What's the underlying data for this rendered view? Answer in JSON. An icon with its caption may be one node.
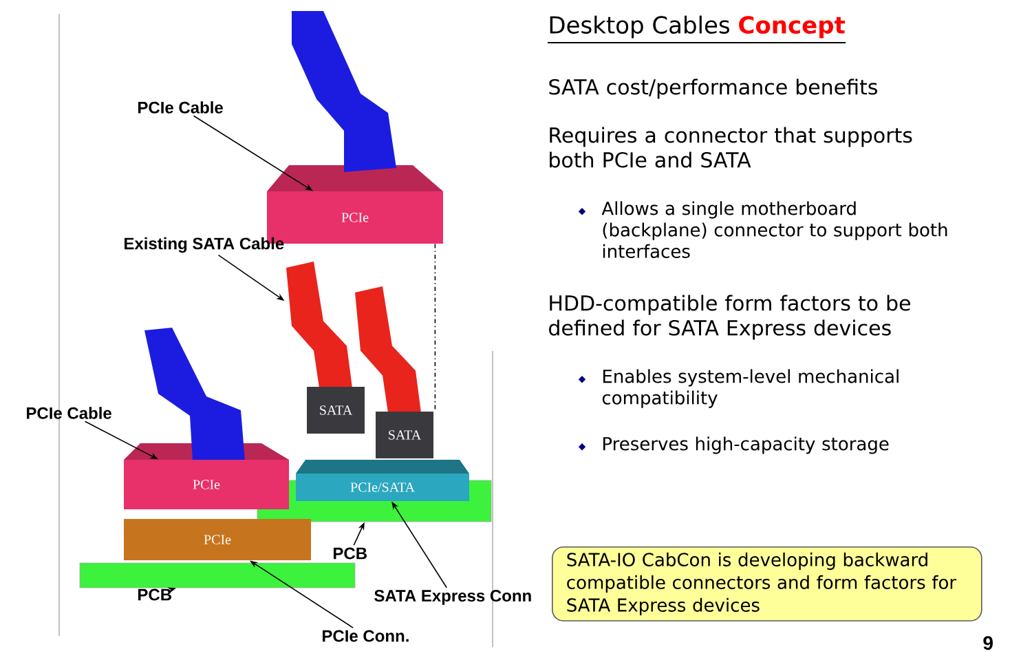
{
  "diagram": {
    "title": "Desktop Cables **Concept**",
    "nodes": [
      {
        "text": [
          "PCIe Cable"
        ]
      },
      {
        "text": [
          "PCIe"
        ]
      },
      {
        "text": [
          "Existing SATA Cable"
        ]
      },
      {
        "text": [],
        "shape": "picture"
      },
      {
        "text": [
          "SATA"
        ]
      },
      {
        "text": [
          "SATA"
        ]
      },
      {
        "text": [
          "PCIe/SATA"
        ]
      },
      {
        "text": [
          "PCIe Cable"
        ]
      },
      {
        "text": [
          "PCIe"
        ]
      },
      {
        "text": [
          "PCIe"
        ]
      },
      {
        "text": [],
        "shape": "box"
      },
      {
        "text": [
          "PCB"
        ]
      },
      {
        "text": [
          "PCIe Conn."
        ]
      },
      {
        "text": [],
        "shape": "box"
      },
      {
        "text": [
          "PCB"
        ]
      },
      {
        "text": [
          "SATA Express Conn"
        ]
      },
      {
        "text": [
          "SATA-IO CabCon  is developing backward compatible connectors and form factors for SATA Express devices"
        ]
      }
    ],
    "edges": [
      {
        "from": 0,
        "to": 1,
        "arrow": "to"
      },
      {
        "from": 2,
        "to": 3,
        "arrow": "to"
      },
      {
        "from": 7,
        "to": 8,
        "arrow": "to"
      },
      {
        "from": 11,
        "to": 10,
        "arrow": "to"
      },
      {
        "from": 12,
        "to": 9,
        "arrow": "to"
      },
      {
        "from": 14,
        "to": 13,
        "arrow": "to"
      },
      {
        "from": 15,
        "to": 6,
        "arrow": "to"
      },
      {
        "from": 1,
        "to": 5,
        "arrow": "none",
        "style": "dashed"
      }
    ],
    "labels": [
      "SATA cost/performance benefits",
      "Requires a connector that supports both PCIe and SATA",
      "Allows a single motherboard (backplane) connector to support both interfaces",
      "HDD-compatible form factors to be defined for SATA Express devices",
      "Enables system-level mechanical compatibility",
      "Preserves high-capacity storage",
      "9"
    ]
  }
}
